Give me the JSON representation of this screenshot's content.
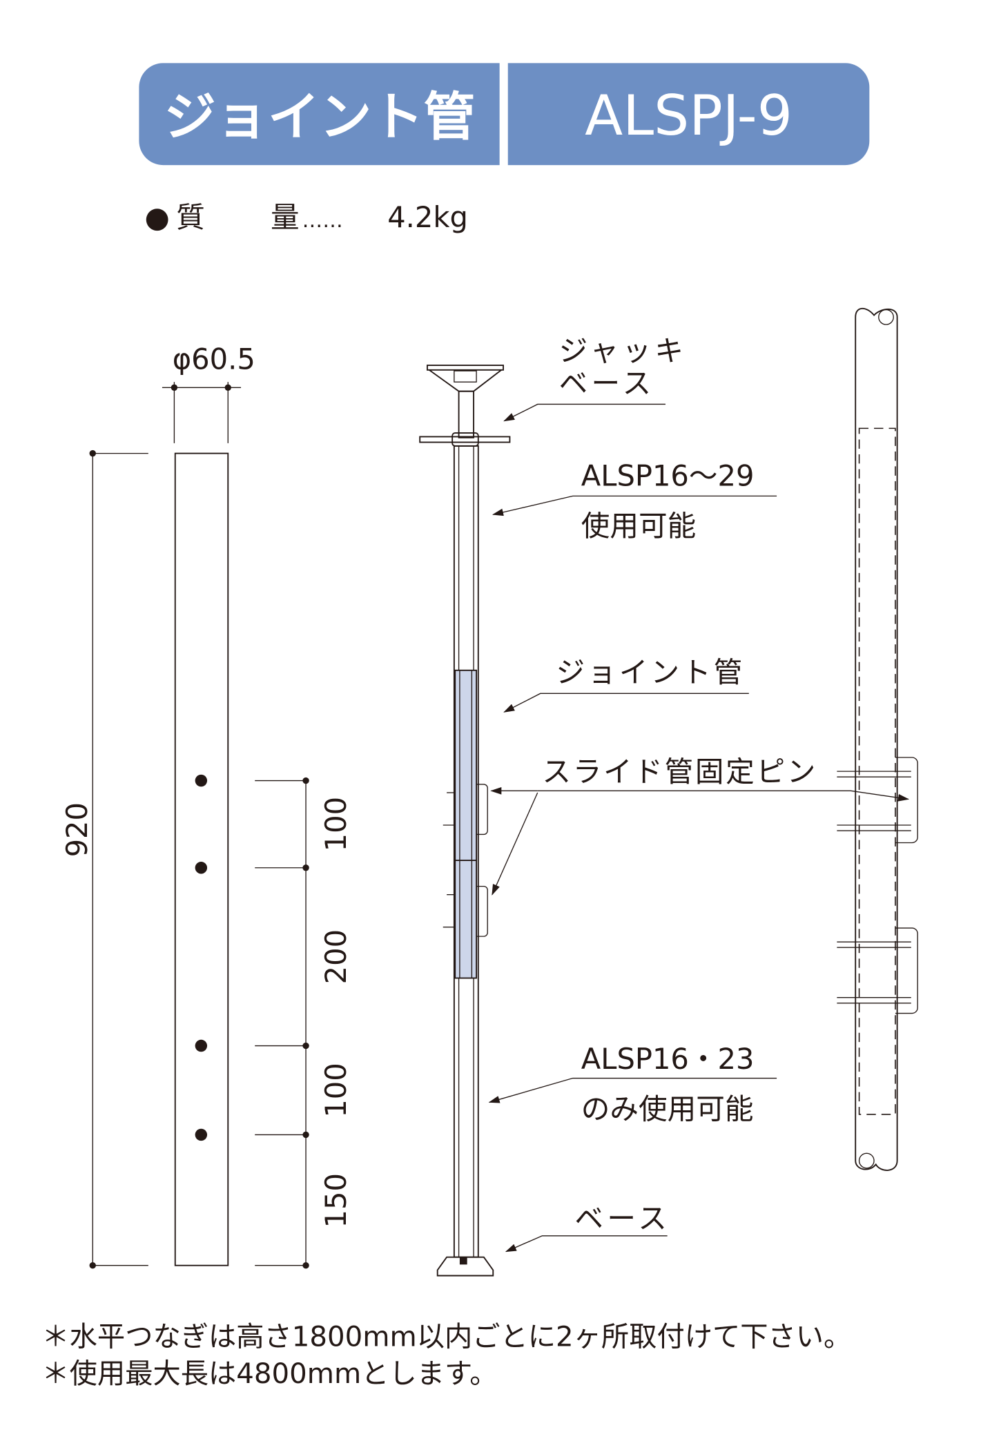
{
  "header": {
    "title_jp": "ジョイント管",
    "model": "ALSPJ-9",
    "color": "#6d8fc4"
  },
  "spec": {
    "bullet": "●",
    "label_1": "質",
    "label_2": "量",
    "leader": "……",
    "weight": "4.2kg"
  },
  "dimensions": {
    "diameter": "φ60.5",
    "length": "920",
    "hole_spacings": [
      "100",
      "200",
      "100",
      "150"
    ]
  },
  "labels": {
    "jack_base_1": "ジャッキ",
    "jack_base_2": "ベース",
    "alsp_16_29": "ALSP16～29",
    "usable": "使用可能",
    "joint_pipe": "ジョイント管",
    "slide_pin": "スライド管固定ピン",
    "alsp_16_23": "ALSP16・23",
    "only_usable": "のみ使用可能",
    "base": "ベース"
  },
  "notes": [
    "＊水平つなぎは高さ1800mm以内ごとに2ヶ所取付けて下さい。",
    "＊使用最大長は4800mmとします。"
  ],
  "joint_fill": "#cdd6ea"
}
